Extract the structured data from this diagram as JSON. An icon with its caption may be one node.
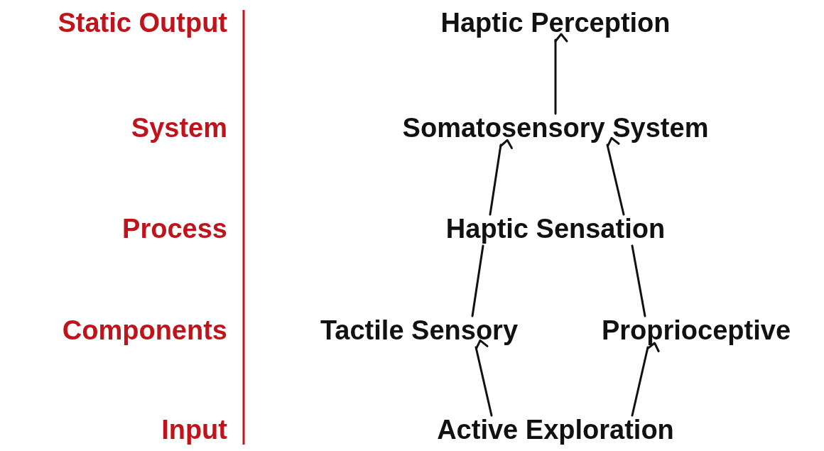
{
  "diagram": {
    "nodes": [
      {
        "text": [
          "Haptic Perception"
        ]
      },
      {
        "text": [
          "Somatosensory System"
        ]
      },
      {
        "text": [
          "Haptic Sensation"
        ]
      },
      {
        "text": [
          "Tactile Sensory"
        ]
      },
      {
        "text": [
          "Proprioceptive"
        ]
      },
      {
        "text": [
          "Active Exploration"
        ]
      }
    ],
    "edges": [
      {
        "from": 1,
        "to": 0,
        "arrow": "to"
      },
      {
        "from": 3,
        "to": 2,
        "arrow": "none"
      },
      {
        "from": 4,
        "to": 2,
        "arrow": "none"
      },
      {
        "from": 2,
        "to": 1,
        "arrow": "to"
      },
      {
        "from": 2,
        "to": 1,
        "arrow": "to"
      },
      {
        "from": 5,
        "to": 3,
        "arrow": "to"
      },
      {
        "from": 5,
        "to": 4,
        "arrow": "to"
      }
    ],
    "labels": [
      "Static Output",
      "System",
      "Process",
      "Components",
      "Input"
    ]
  }
}
